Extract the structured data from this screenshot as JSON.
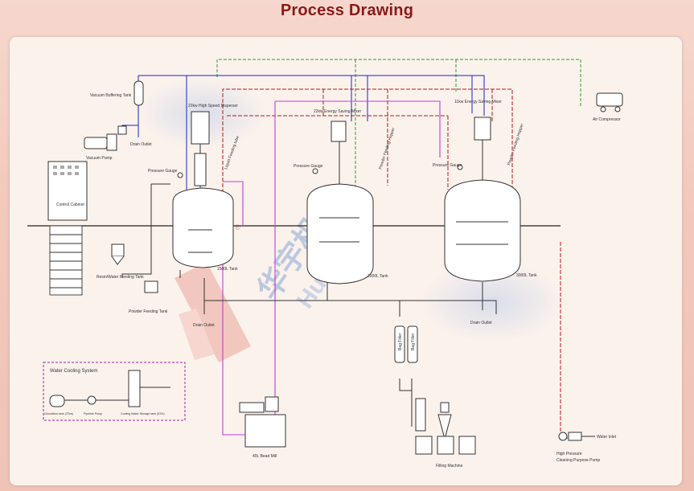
{
  "title": "Process Drawing",
  "watermark": {
    "text": "华宇机械",
    "latin": "Hua Yun",
    "mark": "®"
  },
  "labels": {
    "vacuum_buffering_tank": "Vacuum Buffering Tank",
    "drain_outlet_top": "Drain Outlet",
    "vacuum_pump": "Vacuum Pump",
    "control_cabinet": "Control Cabinet",
    "high_speed_disperser": "22kw High Speed Disperser",
    "pressure_gauge_1": "Pressure Gauge",
    "liquid_feeding_tube": "Liquid Feeding tube",
    "resin_water_tank": "Resin/Water Feeding Tank",
    "powder_feeding_tank": "Powder Feeding Tank",
    "drain_outlet_mid": "Drain Outlet",
    "tank_1500": "1500L Tank",
    "energy_saving_mixer_1": "22kw Energy Saving Mixer",
    "powder_feeding_hopper_1": "Powder Feeding Hopper",
    "pressure_gauge_2": "Pressure Gauge",
    "tank_2000": "2000L Tank",
    "energy_saving_mixer_2": "11kw Energy Saving Mixer",
    "powder_feeding_hopper_2": "Powder Feeding Hopper",
    "pressure_gauge_3": "Pressure Gauge",
    "tank_3000": "3000L Tank",
    "drain_outlet_right": "Drain Outlet",
    "air_compressor": "Air Compressor",
    "bag_filter_1": "Bag Filter",
    "bag_filter_2": "Bag Filter",
    "filling_machine": "Filling Machine",
    "bead_mill": "40L Bead Mill",
    "water_inlet": "Water Inlet",
    "hp_pump_1": "High Pressure",
    "hp_pump_2": "Cleaning Purpose Pump",
    "water_cooling_system": "Water Cooling System",
    "circulation_tank": "Circulation tank (3Ton)",
    "pipeline_pump": "Pipeline Pump",
    "cooling_storage_tank": "Cooling Water Storage tank (5T/h)"
  },
  "colors": {
    "vacuum_line": "#1a22d6",
    "air_line": "#2f9a2f",
    "water_line": "#b81818",
    "transfer_line": "#c83adc",
    "equipment": "#333333"
  }
}
